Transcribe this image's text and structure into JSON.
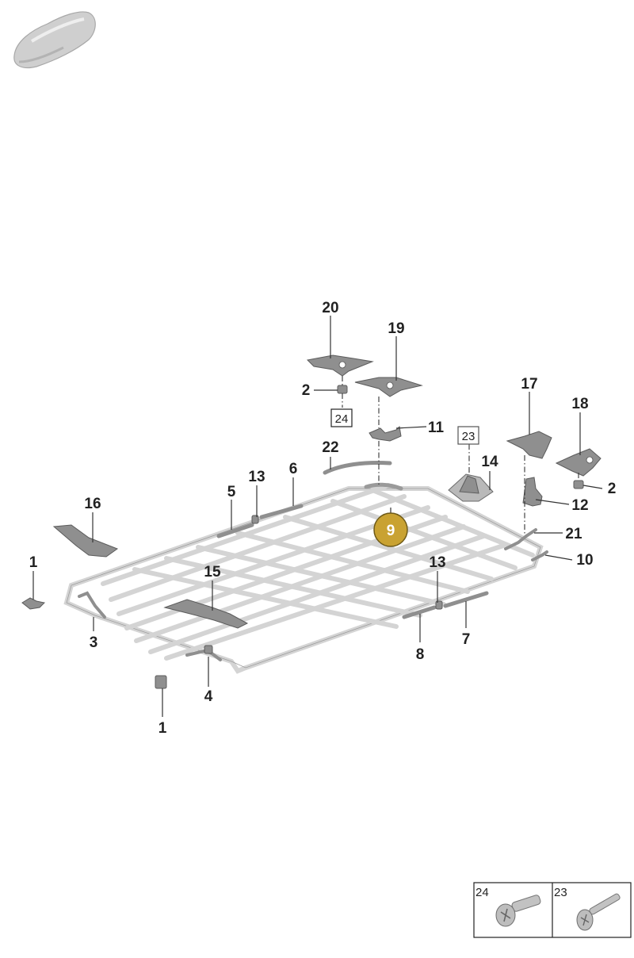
{
  "diagram": {
    "callouts": {
      "c20": "20",
      "c19": "19",
      "c2a": "2",
      "c11": "11",
      "c22": "22",
      "c17": "17",
      "c18": "18",
      "c2b": "2",
      "c14": "14",
      "c12": "12",
      "c21": "21",
      "c10": "10",
      "c13a": "13",
      "c6": "6",
      "c5": "5",
      "c16": "16",
      "c9": "9",
      "c1a": "1",
      "c15": "15",
      "c13b": "13",
      "c3": "3",
      "c7": "7",
      "c8": "8",
      "c4": "4",
      "c1b": "1"
    },
    "boxed_refs": {
      "b24": "24",
      "b23": "23"
    },
    "highlight_color": "#C9A232"
  },
  "legend": {
    "cells": [
      {
        "label": "24",
        "icon": "bolt-round-head-icon"
      },
      {
        "label": "23",
        "icon": "bolt-long-icon"
      }
    ]
  }
}
